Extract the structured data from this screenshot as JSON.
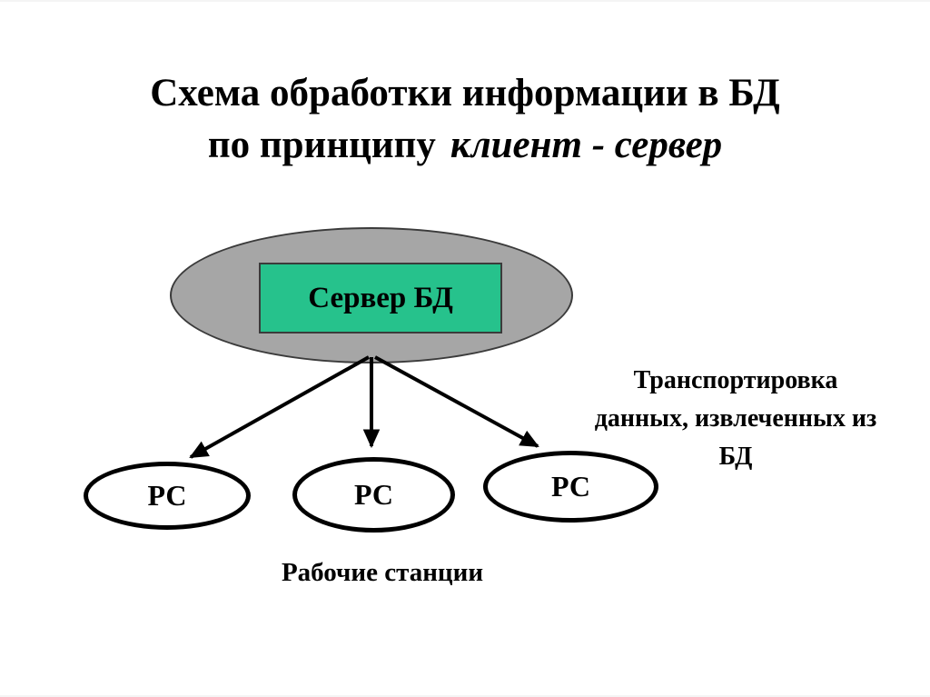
{
  "title": {
    "line1": "Схема обработки информации в БД",
    "line2_regular": "по принципу",
    "line2_italic": "клиент - сервер"
  },
  "diagram": {
    "server_label": "Сервер БД",
    "workstations": [
      {
        "label": "РС"
      },
      {
        "label": "РС"
      },
      {
        "label": "РС"
      }
    ],
    "workstations_caption": "Рабочие станции",
    "transport_note": "Транспортировка\nданных, извлеченных из\nБД",
    "colors": {
      "server_ellipse_fill": "#a6a6a6",
      "server_box_fill": "#26c28c",
      "shape_outline": "#000000",
      "text_color": "#000000",
      "background": "#ffffff"
    }
  }
}
